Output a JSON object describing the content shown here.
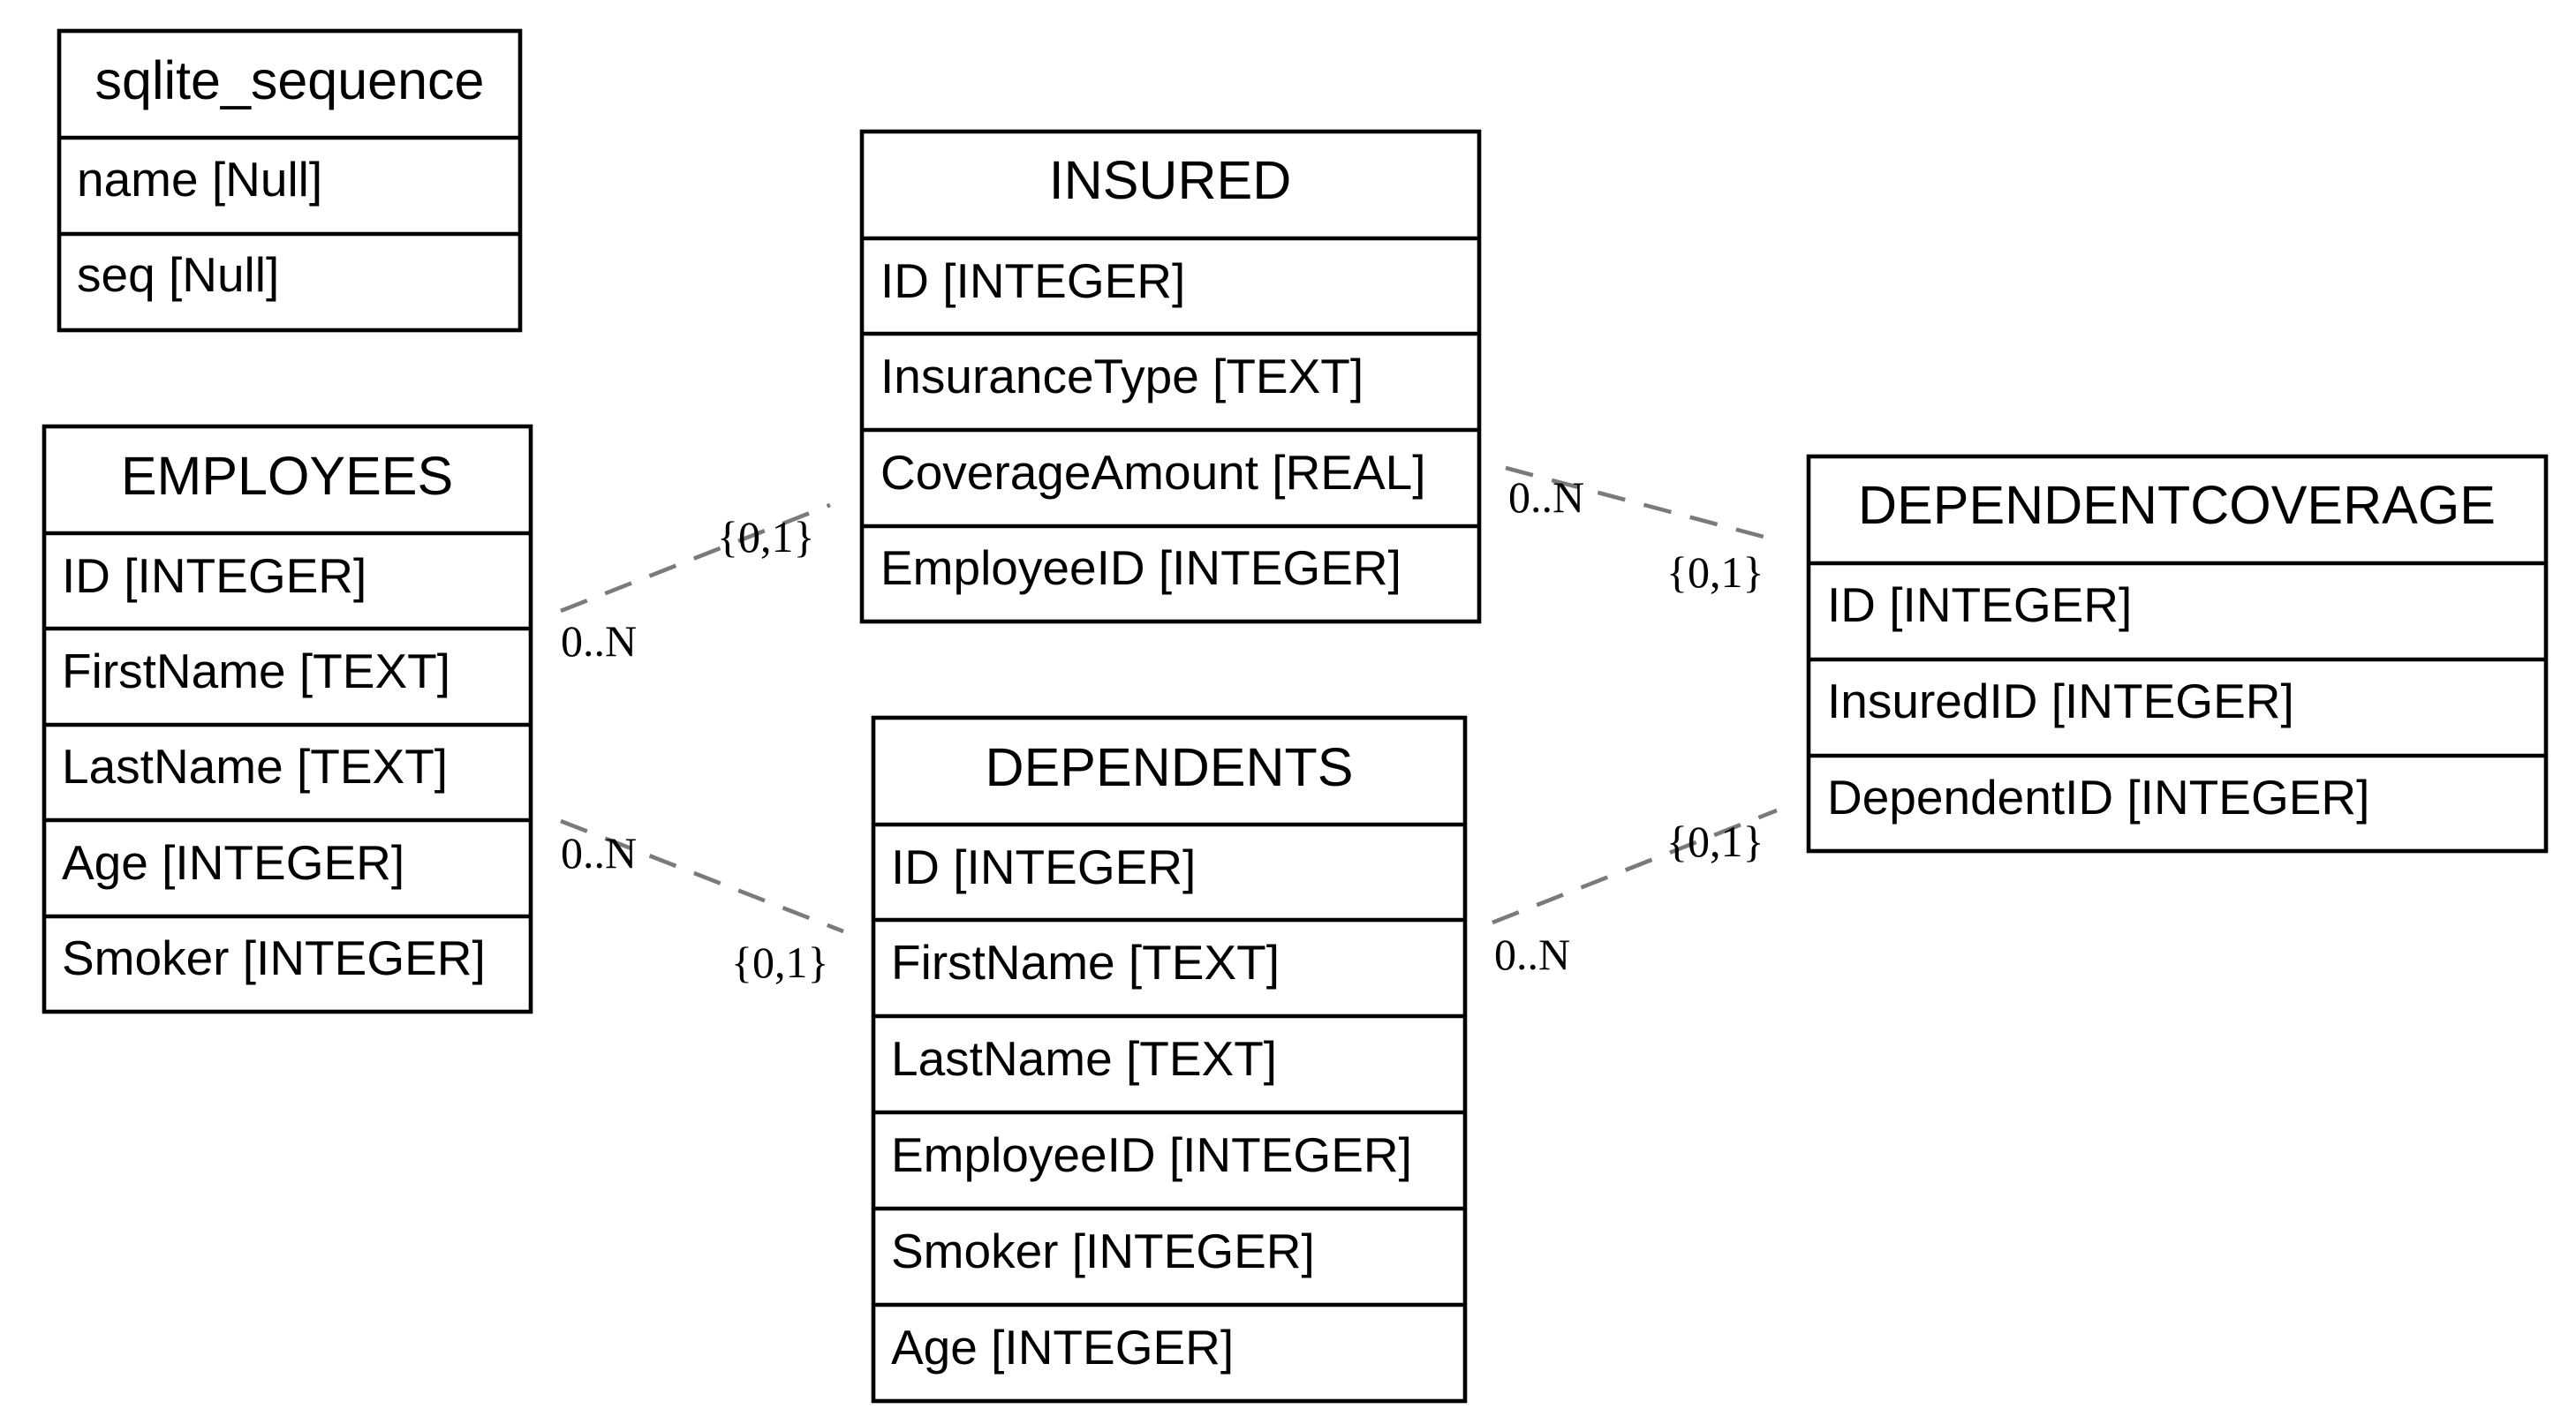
{
  "tables": {
    "sqlite_sequence": {
      "title": "sqlite_sequence",
      "fields": [
        "name [Null]",
        "seq [Null]"
      ]
    },
    "employees": {
      "title": "EMPLOYEES",
      "fields": [
        "ID [INTEGER]",
        "FirstName [TEXT]",
        "LastName [TEXT]",
        "Age [INTEGER]",
        "Smoker [INTEGER]"
      ]
    },
    "insured": {
      "title": "INSURED",
      "fields": [
        "ID [INTEGER]",
        "InsuranceType [TEXT]",
        "CoverageAmount [REAL]",
        "EmployeeID [INTEGER]"
      ]
    },
    "dependents": {
      "title": "DEPENDENTS",
      "fields": [
        "ID [INTEGER]",
        "FirstName [TEXT]",
        "LastName [TEXT]",
        "EmployeeID [INTEGER]",
        "Smoker [INTEGER]",
        "Age [INTEGER]"
      ]
    },
    "dependentcoverage": {
      "title": "DEPENDENTCOVERAGE",
      "fields": [
        "ID [INTEGER]",
        "InsuredID [INTEGER]",
        "DependentID [INTEGER]"
      ]
    }
  },
  "relationships": [
    {
      "from": "EMPLOYEES",
      "to": "INSURED",
      "many_label": "0..N",
      "one_label": "{0,1}"
    },
    {
      "from": "EMPLOYEES",
      "to": "DEPENDENTS",
      "many_label": "0..N",
      "one_label": "{0,1}"
    },
    {
      "from": "INSURED",
      "to": "DEPENDENTCOVERAGE",
      "many_label": "0..N",
      "one_label": "{0,1}"
    },
    {
      "from": "DEPENDENTS",
      "to": "DEPENDENTCOVERAGE",
      "many_label": "0..N",
      "one_label": "{0,1}"
    }
  ],
  "colors": {
    "table_border": "#000000",
    "relationship_line": "#7a7a7a",
    "background": "#ffffff"
  }
}
